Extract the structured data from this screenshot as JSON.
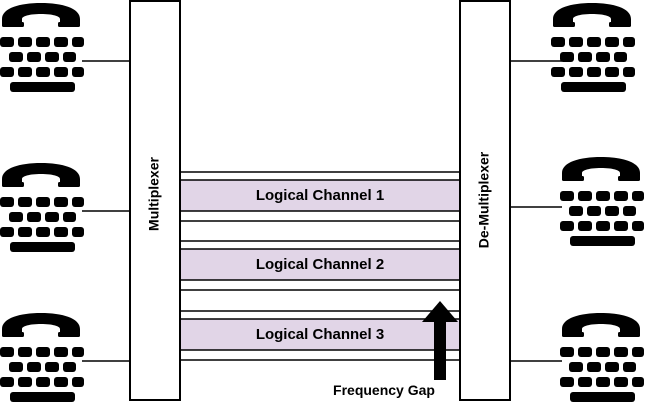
{
  "diagram": {
    "multiplexer_label": "Multiplexer",
    "demultiplexer_label": "De-Multiplexer",
    "channels": [
      {
        "label": "Logical Channel 1"
      },
      {
        "label": "Logical Channel 2"
      },
      {
        "label": "Logical Channel 3"
      }
    ],
    "frequency_gap_label": "Frequency Gap",
    "colors": {
      "channel_fill": "#e1d5e7",
      "stroke": "#000000",
      "background": "#ffffff"
    },
    "left_phones": [
      {
        "icon": "telephone-icon"
      },
      {
        "icon": "telephone-icon"
      },
      {
        "icon": "telephone-icon"
      }
    ],
    "right_phones": [
      {
        "icon": "telephone-icon"
      },
      {
        "icon": "telephone-icon"
      },
      {
        "icon": "telephone-icon"
      }
    ]
  }
}
